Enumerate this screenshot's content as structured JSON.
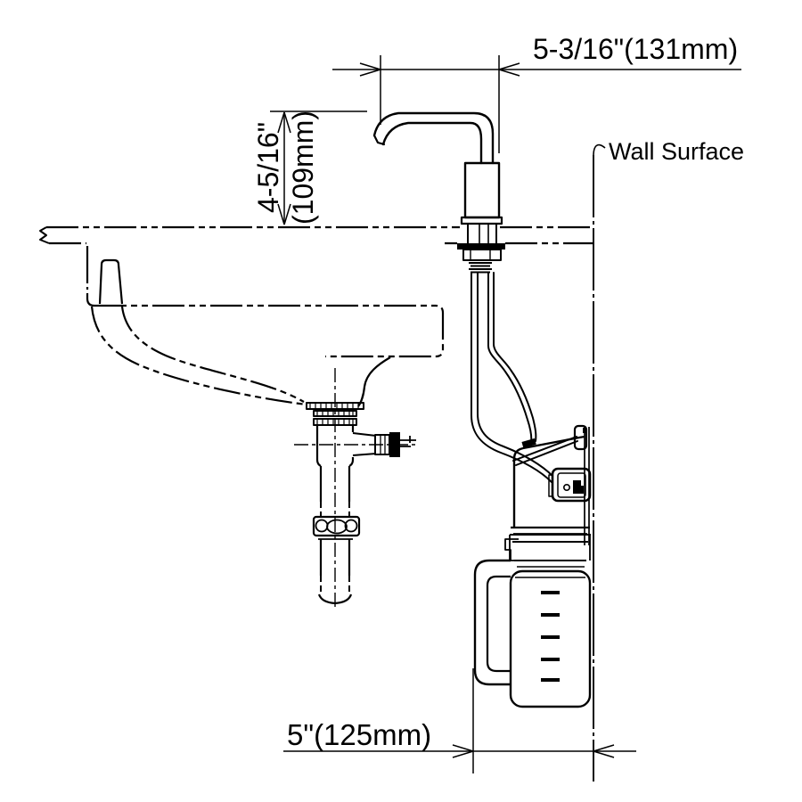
{
  "diagram": {
    "labels": {
      "wall_surface": "Wall Surface"
    },
    "dimensions": {
      "spout_reach": "5-3/16\"(131mm)",
      "spout_height_in": "4-5/16\"",
      "spout_height_mm": "(109mm)",
      "wall_offset": "5\"(125mm)"
    },
    "colors": {
      "line": "#000000",
      "background": "#ffffff"
    }
  }
}
